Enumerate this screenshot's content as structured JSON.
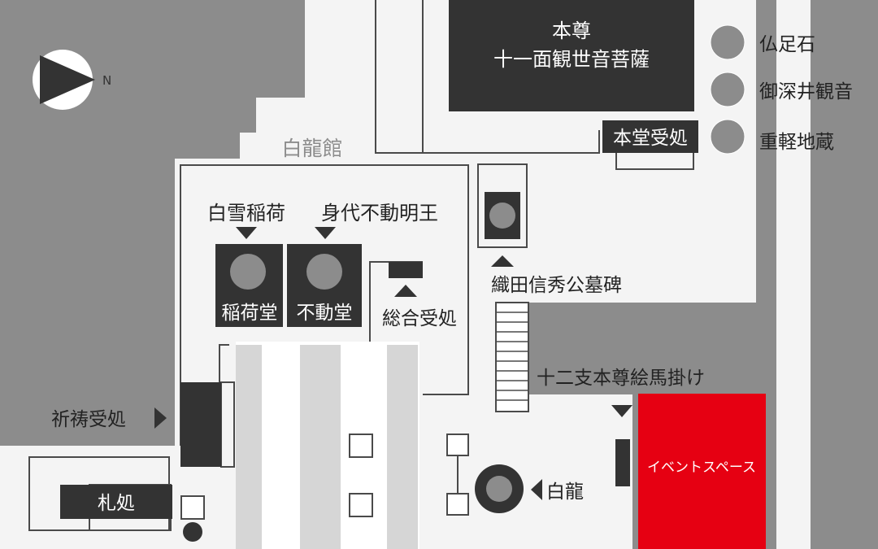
{
  "map": {
    "north_label": "N",
    "hall_label": "白龍館",
    "honzon_line1": "本尊",
    "honzon_line2": "十一面観世音菩薩",
    "hondo_reception": "本堂受処",
    "legend": [
      "仏足石",
      "御深井観音",
      "重軽地蔵"
    ],
    "shirayuki_inari": "白雪稲荷",
    "mishiro_fudo": "身代不動明王",
    "inari_do": "稲荷堂",
    "fudo_do": "不動堂",
    "general_reception": "総合受処",
    "oda_grave": "織田信秀公墓碑",
    "zodiac_ema": "十二支本尊絵馬掛け",
    "prayer_reception": "祈祷受処",
    "talisman": "札処",
    "hakuryu": "白龍",
    "event_space": "イベントスペース"
  },
  "colors": {
    "background": "#8c8c8c",
    "ground": "#f4f4f4",
    "building": "#333333",
    "marker": "#8c8c8c",
    "event": "#e60012",
    "path_stripe": "#d6d6d6"
  }
}
